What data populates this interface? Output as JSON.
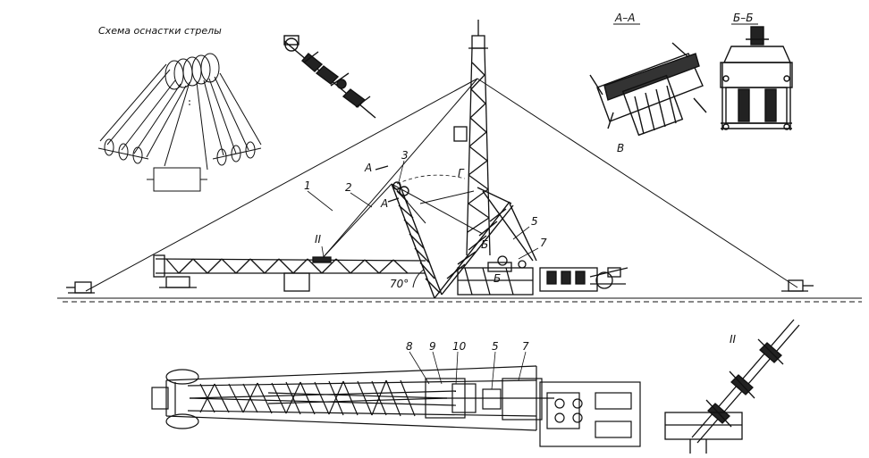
{
  "title": "Схема оснастки стрелы",
  "section_labels": {
    "aa": "А–А",
    "bb": "Б–Б",
    "detail_ii": "II"
  },
  "callouts": {
    "n1": "1",
    "n2": "2",
    "n3": "3",
    "n5": "5",
    "n7": "7",
    "n5b": "5",
    "n7b": "7",
    "n8": "8",
    "n9": "9",
    "n10": "10",
    "ii": "II",
    "b_letter": "Б",
    "g_letter": "Г",
    "v_letter": "В",
    "a_upper": "А",
    "a_lower": "А"
  },
  "angle_label": "70°"
}
